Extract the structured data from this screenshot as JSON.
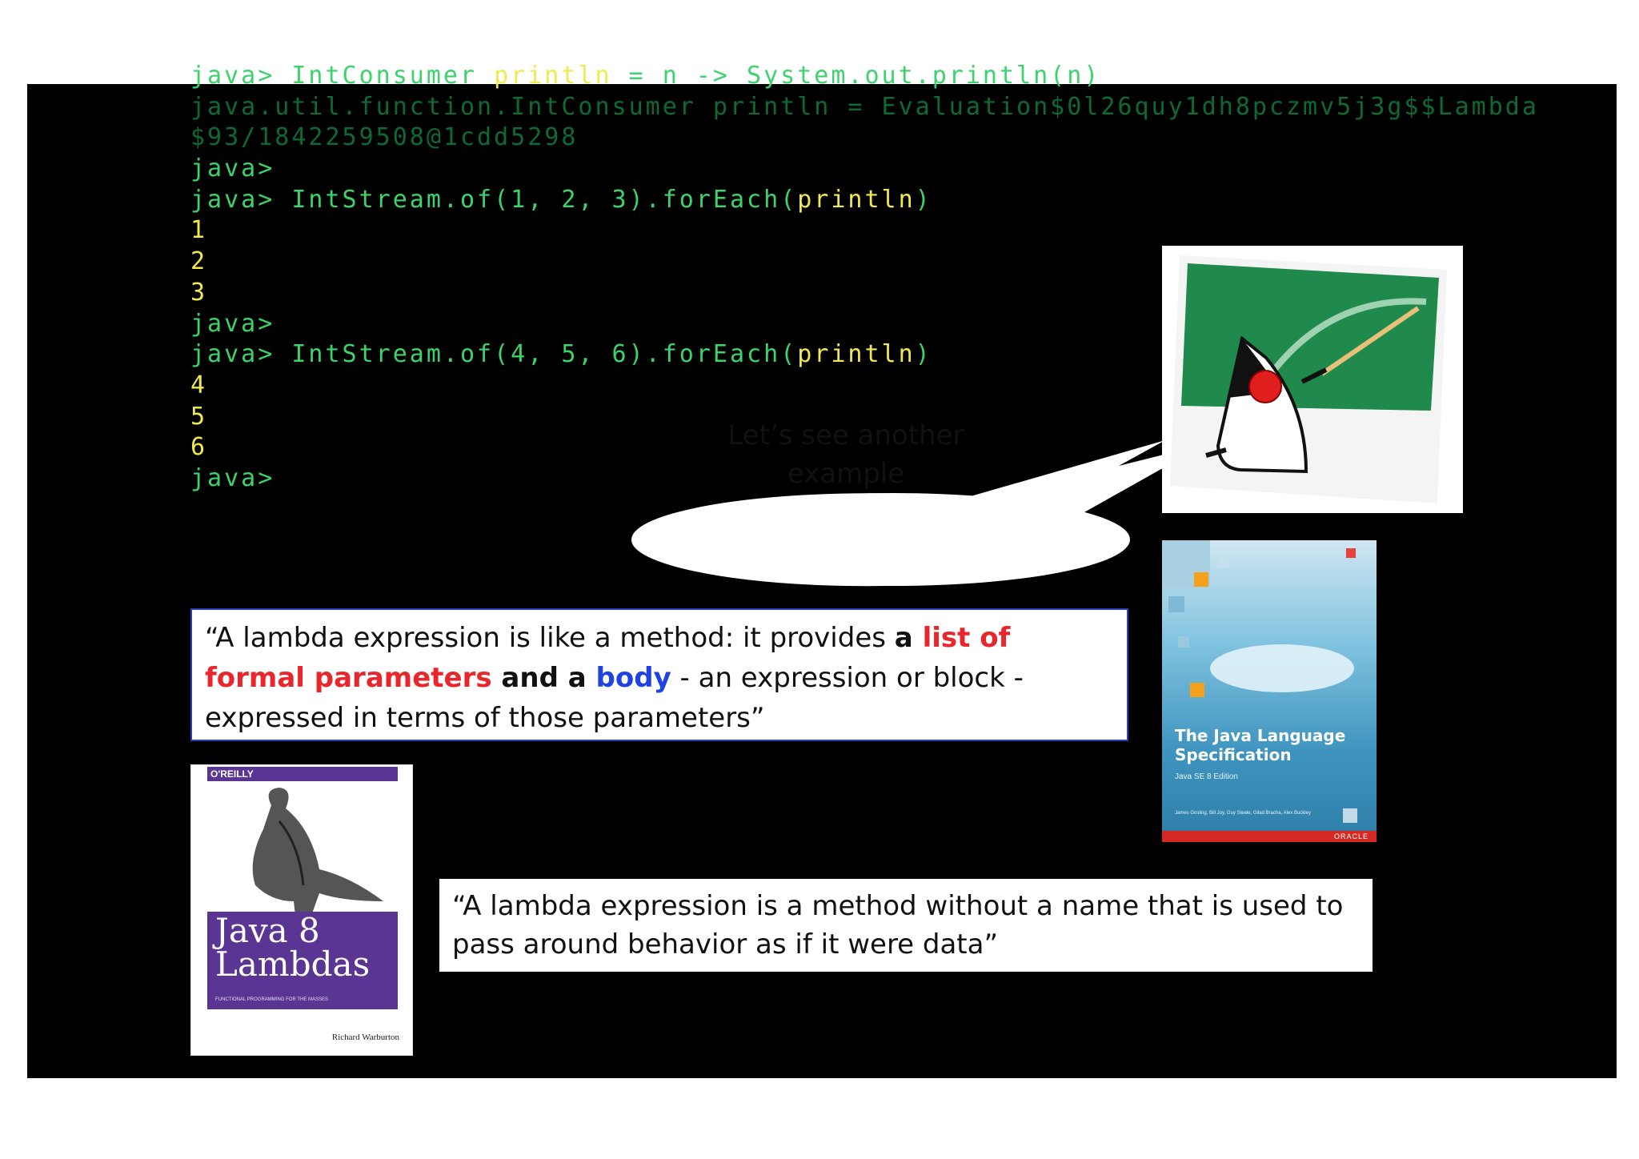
{
  "terminal": {
    "lines": [
      {
        "segments": [
          {
            "text": "java> IntConsumer ",
            "cls": "g"
          },
          {
            "text": "println",
            "cls": "y"
          },
          {
            "text": " = n -> System.out.println(n)",
            "cls": "g"
          }
        ]
      },
      {
        "segments": [
          {
            "text": "java.util.function.IntConsumer println = Evaluation$0l26quy1dh8pczmv5j3g$$Lambda",
            "cls": "dim"
          }
        ]
      },
      {
        "segments": [
          {
            "text": "$93/1842259508@1cdd5298",
            "cls": "dim"
          }
        ]
      },
      {
        "segments": [
          {
            "text": "java>",
            "cls": "g"
          }
        ]
      },
      {
        "segments": [
          {
            "text": "java> IntStream.of(1, 2, 3).forEach(",
            "cls": "g"
          },
          {
            "text": "println",
            "cls": "y"
          },
          {
            "text": ")",
            "cls": "g"
          }
        ]
      },
      {
        "segments": [
          {
            "text": "1",
            "cls": "y"
          }
        ]
      },
      {
        "segments": [
          {
            "text": "2",
            "cls": "y"
          }
        ]
      },
      {
        "segments": [
          {
            "text": "3",
            "cls": "y"
          }
        ]
      },
      {
        "segments": [
          {
            "text": "java>",
            "cls": "g"
          }
        ]
      },
      {
        "segments": [
          {
            "text": "java> IntStream.of(4, 5, 6).forEach(",
            "cls": "g"
          },
          {
            "text": "println",
            "cls": "y"
          },
          {
            "text": ")",
            "cls": "g"
          }
        ]
      },
      {
        "segments": [
          {
            "text": "4",
            "cls": "y"
          }
        ]
      },
      {
        "segments": [
          {
            "text": "5",
            "cls": "y"
          }
        ]
      },
      {
        "segments": [
          {
            "text": "6",
            "cls": "y"
          }
        ]
      },
      {
        "segments": [
          {
            "text": "java>",
            "cls": "g"
          }
        ]
      }
    ]
  },
  "callout": {
    "text": "Let’s see another example"
  },
  "quote1": {
    "p1": "“A lambda expression is like a method: it provides ",
    "p2": "a ",
    "p3": "list of formal parameters",
    "p4": " and a ",
    "p5": "body",
    "p6": " - an expression or block - expressed in terms of those parameters”"
  },
  "quote2": {
    "text": "“A lambda expression is a method without a name that is used to pass around behavior as if it were data”"
  },
  "jls_book": {
    "title": "The Java Language Specification",
    "subtitle": "Java SE 8 Edition",
    "authors": "James Gosling, Bill Joy, Guy Steele, Gilad Bracha, Alex Buckley",
    "publisher": "ORACLE"
  },
  "oreilly_book": {
    "publisher": "O'REILLY",
    "title": "Java 8 Lambdas",
    "tagline": "FUNCTIONAL PROGRAMMING FOR THE MASSES",
    "author": "Richard Warburton"
  },
  "colors": {
    "terminal_green": "#3cd36c",
    "terminal_yellow": "#f2e94e",
    "terminal_dim": "#0d6a33",
    "accent_red": "#e8262b",
    "accent_blue": "#1f42e0",
    "quote_border": "#2b3db8"
  }
}
